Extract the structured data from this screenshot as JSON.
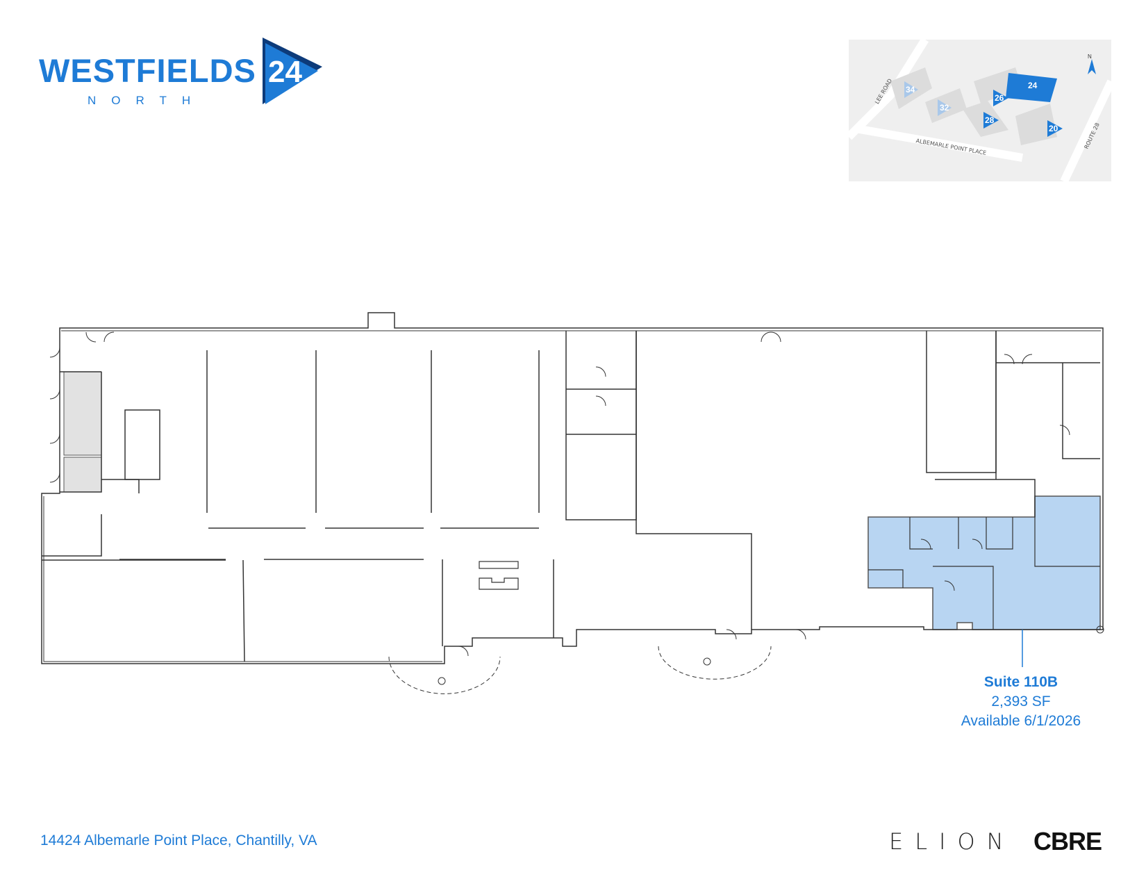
{
  "logo": {
    "word": "WESTFIELDS",
    "number": "24",
    "sub": "NORTH"
  },
  "keymap": {
    "roads": {
      "lee": "LEE ROAD",
      "albemarle": "ALBEMARLE POINT PLACE",
      "route": "ROUTE 28"
    },
    "north": "N",
    "buildings": [
      {
        "label": "34",
        "highlighted": false
      },
      {
        "label": "32",
        "highlighted": false
      },
      {
        "label": "26",
        "highlighted": true
      },
      {
        "label": "24",
        "highlighted": true
      },
      {
        "label": "28",
        "highlighted": true
      },
      {
        "label": "20",
        "highlighted": true
      }
    ]
  },
  "suite": {
    "name": "Suite 110B",
    "area": "2,393 SF",
    "available": "Available 6/1/2026"
  },
  "address": "14424 Albemarle Point Place, Chantilly, VA",
  "brands": {
    "elion": "ELION",
    "cbre": "CBRE"
  },
  "colors": {
    "accent": "#1e7bd6",
    "suite_fill": "#b8d5f2",
    "wall": "#333333",
    "shaded_room": "#e2e2e2"
  }
}
